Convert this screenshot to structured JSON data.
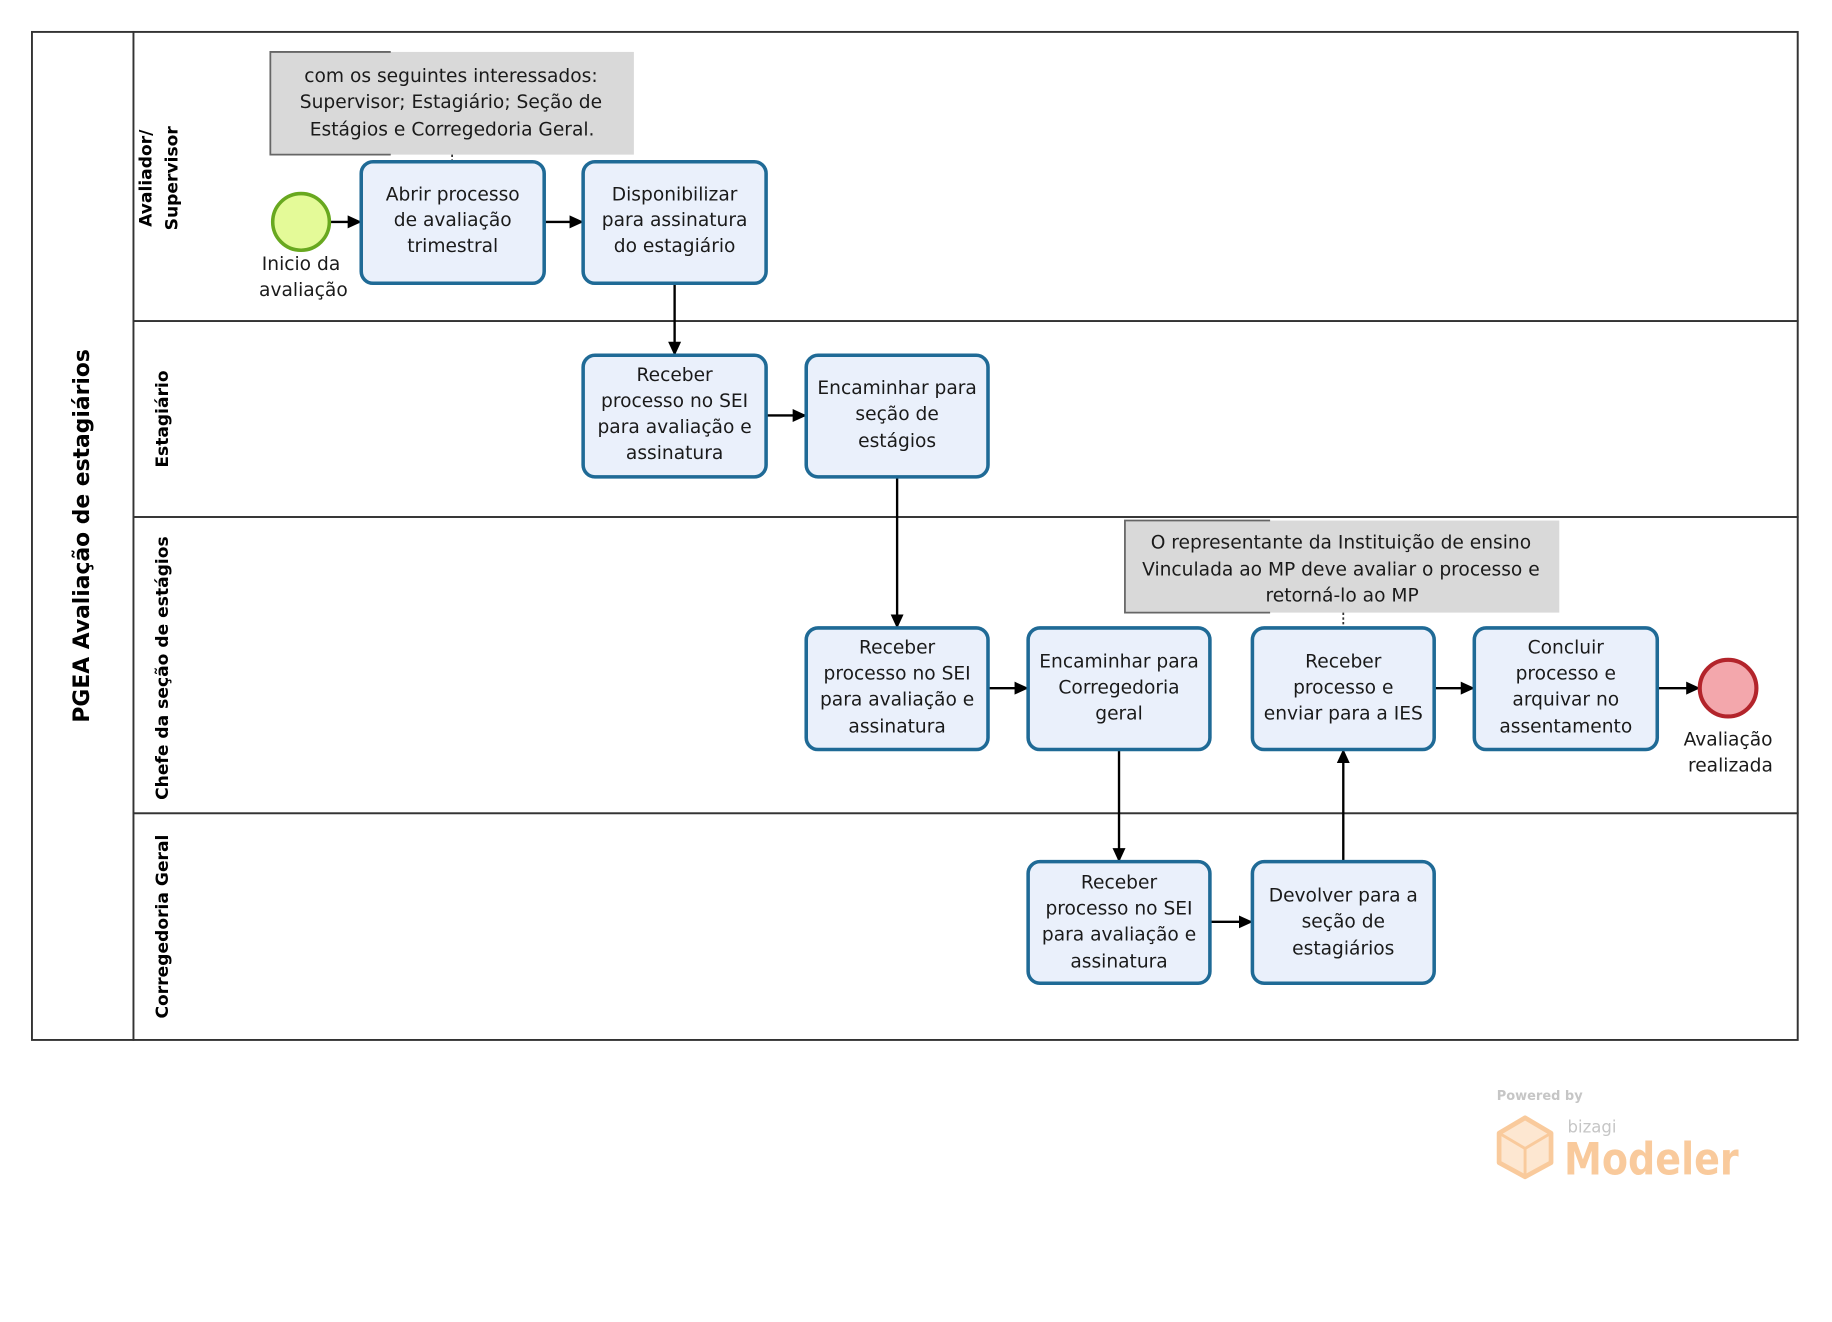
{
  "pool": {
    "title": "PGEA Avaliação de estagiários"
  },
  "lanes": [
    {
      "label_lines": [
        "Avaliador/",
        "Supervisor"
      ],
      "tasks": [
        {
          "lines": [
            "Abrir processo",
            "de avaliação",
            "trimestral"
          ]
        },
        {
          "lines": [
            "Disponibilizar",
            "para assinatura",
            "do estagiário"
          ]
        }
      ]
    },
    {
      "label_lines": [
        "Estagiário"
      ],
      "tasks": [
        {
          "lines": [
            "Receber",
            "processo no SEI",
            "para avaliação e",
            "assinatura"
          ]
        },
        {
          "lines": [
            "Encaminhar para",
            "seção de",
            "estágios"
          ]
        }
      ]
    },
    {
      "label_lines": [
        "Chefe da seção de estágios"
      ],
      "tasks": [
        {
          "lines": [
            "Receber",
            "processo no SEI",
            "para avaliação e",
            "assinatura"
          ]
        },
        {
          "lines": [
            "Encaminhar para",
            "Corregedoria",
            "geral"
          ]
        },
        {
          "lines": [
            "Receber",
            "processo e",
            "enviar para a IES"
          ]
        },
        {
          "lines": [
            "Concluir",
            "processo e",
            "arquivar no",
            "assentamento"
          ]
        }
      ]
    },
    {
      "label_lines": [
        "Corregedoria Geral"
      ],
      "tasks": [
        {
          "lines": [
            "Receber",
            "processo no SEI",
            "para avaliação e",
            "assinatura"
          ]
        },
        {
          "lines": [
            "Devolver para a",
            "seção de",
            "estagiários"
          ]
        }
      ]
    }
  ],
  "events": {
    "start": {
      "label_lines": [
        "Inicio da",
        "avaliação"
      ]
    },
    "end": {
      "label_lines": [
        "Avaliação",
        "realizada"
      ]
    }
  },
  "annotations": [
    {
      "lines": [
        "com os seguintes interessados:",
        "Supervisor; Estagiário; Seção de",
        "Estágios e Corregedoria Geral."
      ]
    },
    {
      "lines": [
        "O representante da Instituição de ensino",
        "Vinculada ao MP deve avaliar o processo e",
        "retorná-lo ao MP"
      ]
    }
  ],
  "watermark": {
    "powered_by": "Powered by",
    "brand": "bizagi",
    "product": "Modeler",
    "logo_icon": "bizagi-cube-logo-icon"
  },
  "colors": {
    "task_fill": "#eaf0fb",
    "task_stroke": "#1f6a96",
    "annotation_fill": "#d9d9d9",
    "start_fill": "#e4fa98",
    "start_stroke": "#68a81f",
    "end_fill": "#f3a7ac",
    "end_stroke": "#b3242b",
    "line": "#333333",
    "watermark": "#f9c897"
  }
}
